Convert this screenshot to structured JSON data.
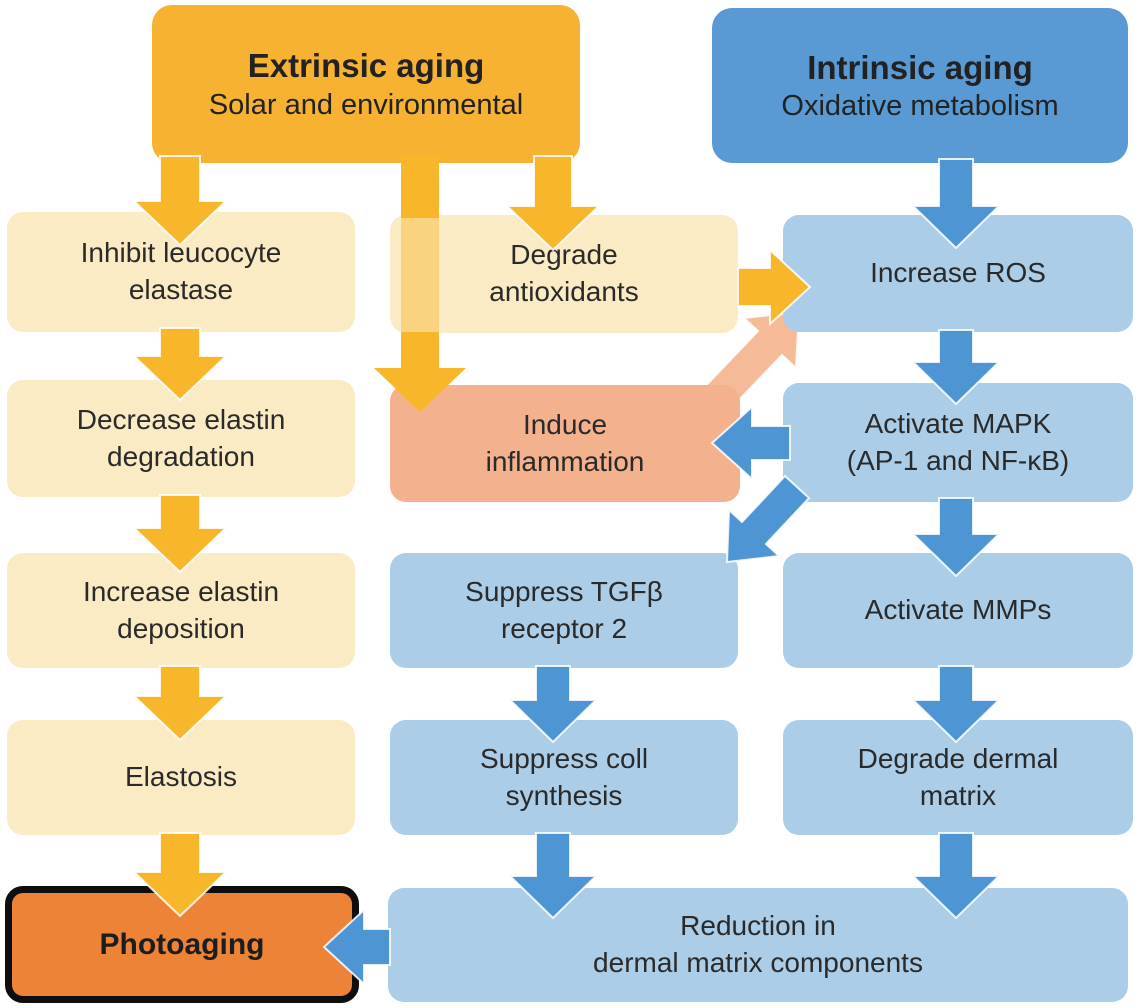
{
  "headers": {
    "extrinsic": {
      "title": "Extrinsic aging",
      "subtitle": "Solar and environmental"
    },
    "intrinsic": {
      "title": "Intrinsic aging",
      "subtitle": "Oxidative metabolism"
    }
  },
  "boxes": {
    "inhibit_elastase": {
      "label": "Inhibit leucocyte\nelastase"
    },
    "degrade_antioxidants": {
      "label": "Degrade\nantioxidants"
    },
    "increase_ros": {
      "label": "Increase ROS"
    },
    "decrease_elastin_degradation": {
      "label": "Decrease elastin\ndegradation"
    },
    "induce_inflammation": {
      "label": "Induce\ninflammation"
    },
    "activate_mapk": {
      "label": "Activate MAPK\n(AP-1 and NF-κB)"
    },
    "increase_elastin_deposition": {
      "label": "Increase elastin\ndeposition"
    },
    "suppress_tgfb_receptor2": {
      "label": "Suppress TGFβ\nreceptor 2"
    },
    "activate_mmps": {
      "label": "Activate MMPs"
    },
    "elastosis": {
      "label": "Elastosis"
    },
    "suppress_coll_synthesis": {
      "label": "Suppress coll\nsynthesis"
    },
    "degrade_dermal_matrix": {
      "label": "Degrade dermal\nmatrix"
    },
    "photoaging": {
      "label": "Photoaging"
    },
    "reduction_dermal_matrix": {
      "label": "Reduction in\ndermal matrix components"
    }
  },
  "edges": [
    {
      "from": "extrinsic",
      "to": "inhibit_elastase",
      "color": "yellow"
    },
    {
      "from": "extrinsic",
      "to": "degrade_antioxidants",
      "color": "yellow"
    },
    {
      "from": "extrinsic",
      "to": "induce_inflammation",
      "color": "yellow"
    },
    {
      "from": "inhibit_elastase",
      "to": "decrease_elastin_degradation",
      "color": "yellow"
    },
    {
      "from": "decrease_elastin_degradation",
      "to": "increase_elastin_deposition",
      "color": "yellow"
    },
    {
      "from": "increase_elastin_deposition",
      "to": "elastosis",
      "color": "yellow"
    },
    {
      "from": "elastosis",
      "to": "photoaging",
      "color": "yellow"
    },
    {
      "from": "degrade_antioxidants",
      "to": "increase_ros",
      "color": "yellow"
    },
    {
      "from": "induce_inflammation",
      "to": "increase_ros",
      "color": "salmon"
    },
    {
      "from": "intrinsic",
      "to": "increase_ros",
      "color": "blue"
    },
    {
      "from": "increase_ros",
      "to": "activate_mapk",
      "color": "blue"
    },
    {
      "from": "activate_mapk",
      "to": "induce_inflammation",
      "color": "blue"
    },
    {
      "from": "activate_mapk",
      "to": "suppress_tgfb_receptor2",
      "color": "blue"
    },
    {
      "from": "activate_mapk",
      "to": "activate_mmps",
      "color": "blue"
    },
    {
      "from": "suppress_tgfb_receptor2",
      "to": "suppress_coll_synthesis",
      "color": "blue"
    },
    {
      "from": "activate_mmps",
      "to": "degrade_dermal_matrix",
      "color": "blue"
    },
    {
      "from": "suppress_coll_synthesis",
      "to": "reduction_dermal_matrix",
      "color": "blue"
    },
    {
      "from": "degrade_dermal_matrix",
      "to": "reduction_dermal_matrix",
      "color": "blue"
    },
    {
      "from": "reduction_dermal_matrix",
      "to": "photoaging",
      "color": "blue"
    }
  ],
  "colors": {
    "extrinsic_header": "#F6B230",
    "intrinsic_header": "#5A9AD4",
    "cream_box": "#FAEBC5",
    "salmon_box": "#F3B18E",
    "blue_box": "#ABCDE8",
    "photoaging_box": "#ED8336",
    "photoaging_border": "#0E0E0E",
    "yellow_arrow": "#F8B62B",
    "blue_arrow": "#4E95D4",
    "salmon_arrow": "#F5BB98",
    "text": "#2A2A2A"
  }
}
